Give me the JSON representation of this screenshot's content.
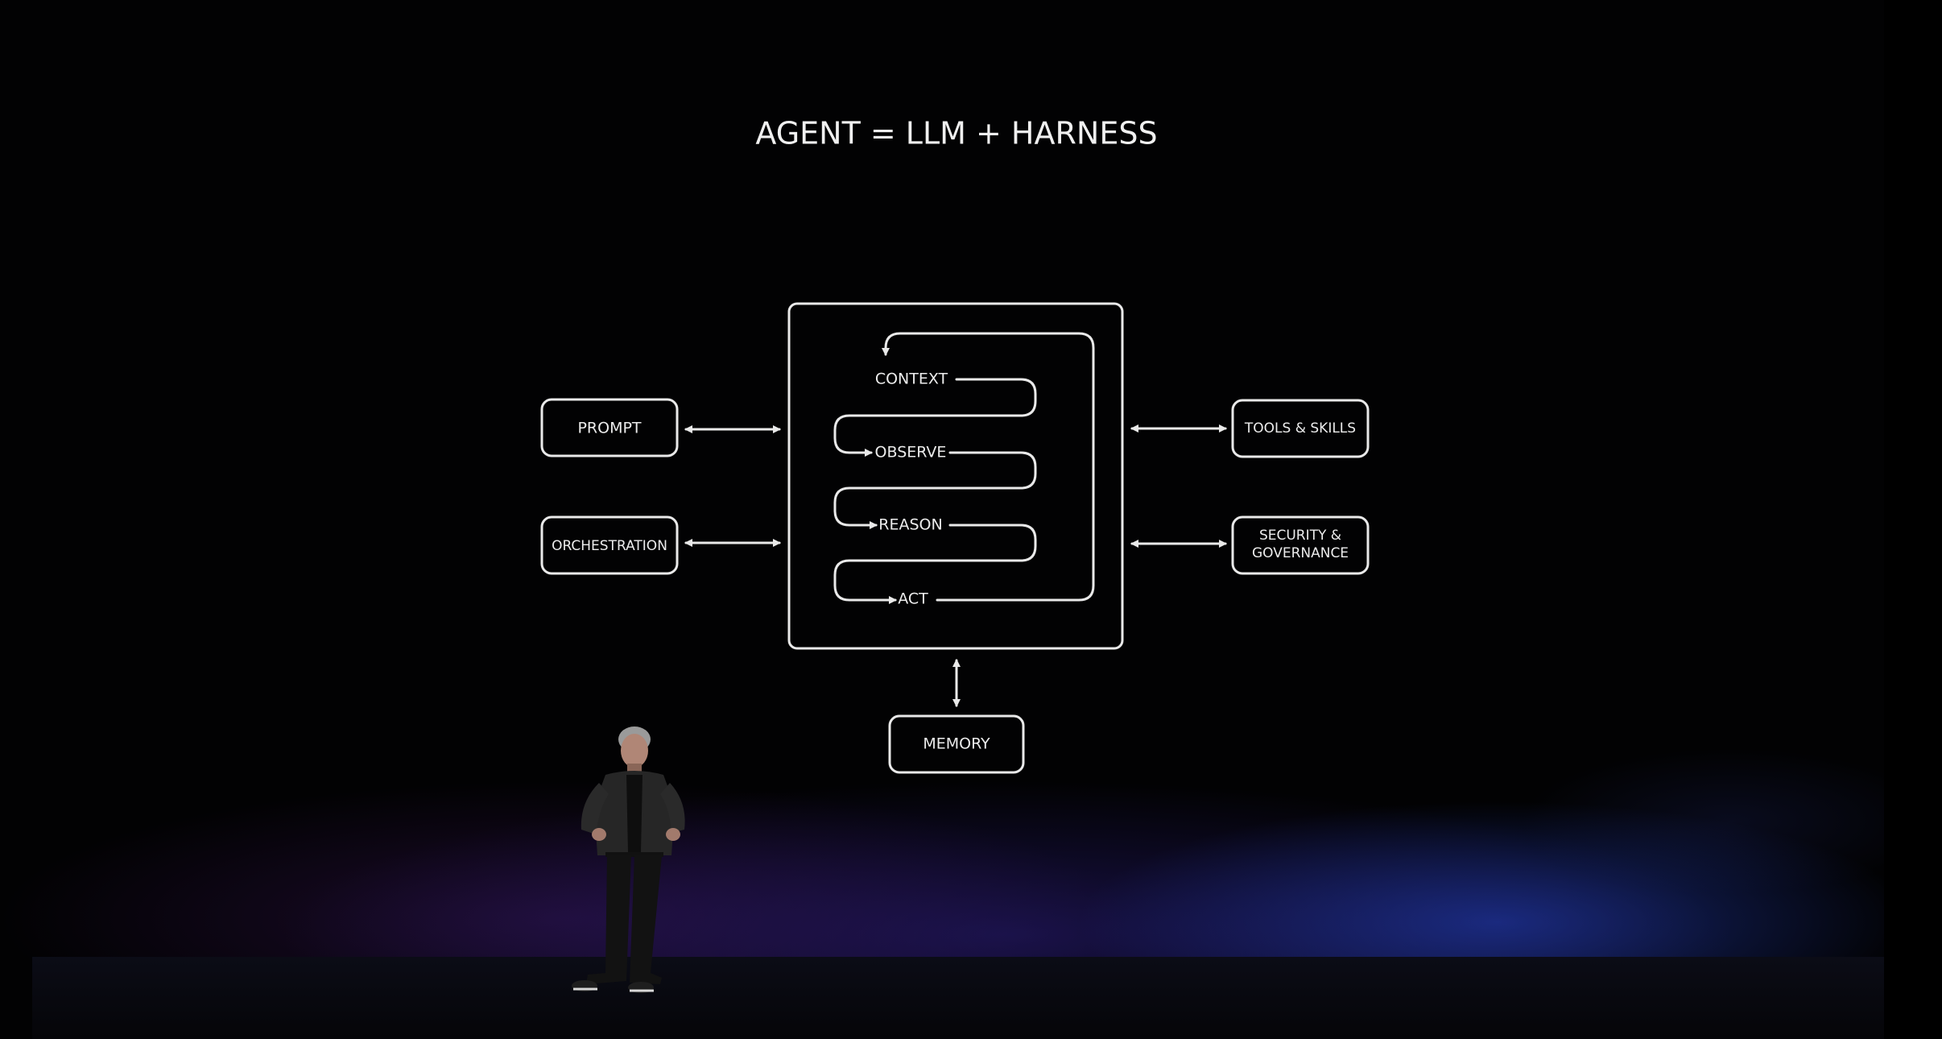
{
  "title": "AGENT = LLM + HARNESS",
  "harness": {
    "loop_steps": [
      "CONTEXT",
      "OBSERVE",
      "REASON",
      "ACT"
    ]
  },
  "left_components": [
    "PROMPT",
    "ORCHESTRATION"
  ],
  "right_components": {
    "tools": "TOOLS & SKILLS",
    "security_line1": "SECURITY &",
    "security_line2": "GOVERNANCE"
  },
  "bottom_component": "MEMORY",
  "colors": {
    "background": "#020203",
    "ink": "#e9e9e9",
    "stage_glow_blue": "#2846d2",
    "stage_glow_purple": "#46196e"
  }
}
